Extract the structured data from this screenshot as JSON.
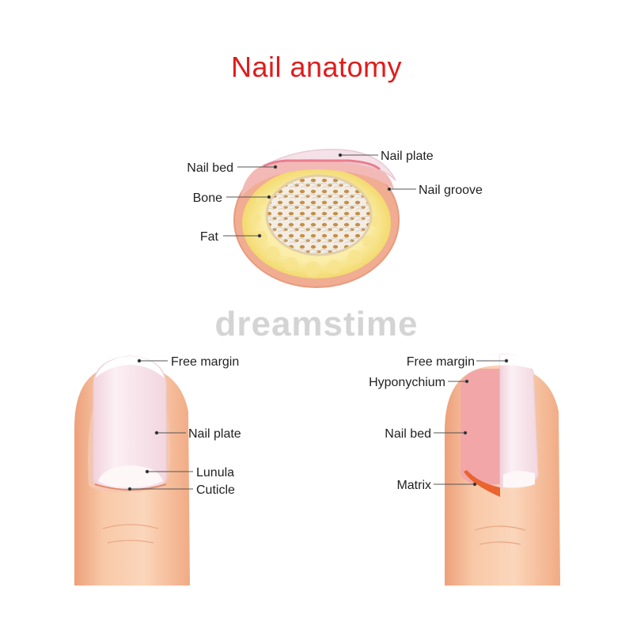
{
  "title": "Nail anatomy",
  "watermark": "dreamstime",
  "cross_section": {
    "labels": {
      "nail_plate": "Nail plate",
      "nail_bed": "Nail bed",
      "nail_groove": "Nail groove",
      "bone": "Bone",
      "fat": "Fat"
    }
  },
  "finger_left": {
    "labels": {
      "free_margin": "Free margin",
      "nail_plate": "Nail plate",
      "lunula": "Lunula",
      "cuticle": "Cuticle"
    }
  },
  "finger_right": {
    "labels": {
      "free_margin": "Free margin",
      "hyponychium": "Hyponychium",
      "nail_bed": "Nail bed",
      "matrix": "Matrix"
    }
  },
  "colors": {
    "title": "#e11b1b",
    "skin": "#f6c3a0",
    "skin_dark": "#eba07a",
    "nail_plate": "#f7e6ec",
    "nail_bed": "#f0a3a0",
    "fat": "#f7e89a",
    "bone": "#c9934a",
    "leader": "#555555"
  }
}
